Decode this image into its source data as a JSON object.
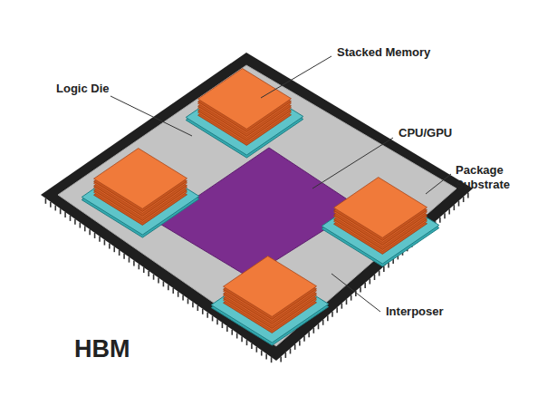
{
  "diagram": {
    "title": "HBM",
    "labels": [
      "Stacked Memory",
      "Logic Die",
      "CPU/GPU",
      "Package Substrate",
      "Interposer"
    ]
  }
}
